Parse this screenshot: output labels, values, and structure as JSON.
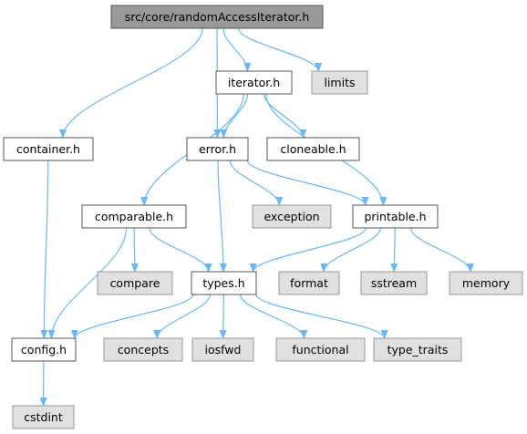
{
  "colors": {
    "root_fill": "#999999",
    "local_fill": "#ffffff",
    "system_fill": "#e0e0e0",
    "border": "#555555",
    "system_border": "#999999",
    "text": "#000000",
    "edge": "#63b8ff"
  },
  "nodes": [
    {
      "id": "root",
      "label": "src/core/randomAccessIterator.h",
      "kind": "root"
    },
    {
      "id": "iterator",
      "label": "iterator.h",
      "kind": "local"
    },
    {
      "id": "limits",
      "label": "limits",
      "kind": "system"
    },
    {
      "id": "container",
      "label": "container.h",
      "kind": "local"
    },
    {
      "id": "error",
      "label": "error.h",
      "kind": "local"
    },
    {
      "id": "cloneable",
      "label": "cloneable.h",
      "kind": "local"
    },
    {
      "id": "comparable",
      "label": "comparable.h",
      "kind": "local"
    },
    {
      "id": "exception",
      "label": "exception",
      "kind": "system"
    },
    {
      "id": "printable",
      "label": "printable.h",
      "kind": "local"
    },
    {
      "id": "compare",
      "label": "compare",
      "kind": "system"
    },
    {
      "id": "types",
      "label": "types.h",
      "kind": "local"
    },
    {
      "id": "format",
      "label": "format",
      "kind": "system"
    },
    {
      "id": "sstream",
      "label": "sstream",
      "kind": "system"
    },
    {
      "id": "memory",
      "label": "memory",
      "kind": "system"
    },
    {
      "id": "config",
      "label": "config.h",
      "kind": "local"
    },
    {
      "id": "concepts",
      "label": "concepts",
      "kind": "system"
    },
    {
      "id": "iosfwd",
      "label": "iosfwd",
      "kind": "system"
    },
    {
      "id": "functional",
      "label": "functional",
      "kind": "system"
    },
    {
      "id": "type_traits",
      "label": "type_traits",
      "kind": "system"
    },
    {
      "id": "cstdint",
      "label": "cstdint",
      "kind": "system"
    }
  ],
  "edges": [
    {
      "from": "root",
      "to": "container"
    },
    {
      "from": "root",
      "to": "error"
    },
    {
      "from": "root",
      "to": "iterator"
    },
    {
      "from": "root",
      "to": "limits"
    },
    {
      "from": "iterator",
      "to": "comparable"
    },
    {
      "from": "iterator",
      "to": "error"
    },
    {
      "from": "iterator",
      "to": "cloneable"
    },
    {
      "from": "iterator",
      "to": "printable"
    },
    {
      "from": "container",
      "to": "config"
    },
    {
      "from": "error",
      "to": "types"
    },
    {
      "from": "error",
      "to": "exception"
    },
    {
      "from": "error",
      "to": "printable"
    },
    {
      "from": "comparable",
      "to": "config"
    },
    {
      "from": "comparable",
      "to": "compare"
    },
    {
      "from": "comparable",
      "to": "types"
    },
    {
      "from": "printable",
      "to": "types"
    },
    {
      "from": "printable",
      "to": "format"
    },
    {
      "from": "printable",
      "to": "sstream"
    },
    {
      "from": "printable",
      "to": "memory"
    },
    {
      "from": "types",
      "to": "config"
    },
    {
      "from": "types",
      "to": "concepts"
    },
    {
      "from": "types",
      "to": "iosfwd"
    },
    {
      "from": "types",
      "to": "functional"
    },
    {
      "from": "types",
      "to": "type_traits"
    },
    {
      "from": "config",
      "to": "cstdint"
    }
  ]
}
